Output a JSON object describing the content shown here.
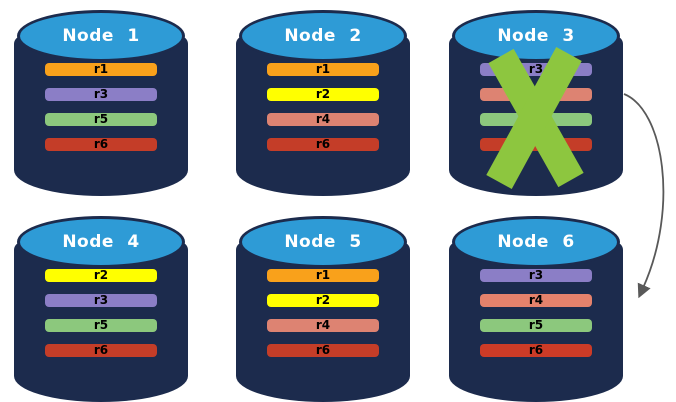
{
  "palette": {
    "background": "#FFFFFF",
    "navy": "#1C2B4D",
    "blue": "#2E9BD6",
    "title_text": "#FFFFFF",
    "label_text": "#000000",
    "x_green": "#8DC63F",
    "arrow_gray": "#595959"
  },
  "nodes": [
    {
      "title": "Node 1",
      "replicas": [
        {
          "label": "r1",
          "color": "#F9A11B"
        },
        {
          "label": "r3",
          "color": "#8B7EC6"
        },
        {
          "label": "r5",
          "color": "#8CC87D"
        },
        {
          "label": "r6",
          "color": "#C43D28"
        }
      ]
    },
    {
      "title": "Node 2",
      "replicas": [
        {
          "label": "r1",
          "color": "#F9A11B"
        },
        {
          "label": "r2",
          "color": "#FFFF00"
        },
        {
          "label": "r4",
          "color": "#DD8372"
        },
        {
          "label": "r6",
          "color": "#C43D28"
        }
      ]
    },
    {
      "title": "Node 3",
      "replicas": [
        {
          "label": "r3",
          "color": "#8B7EC6"
        },
        {
          "label": "",
          "color": "#DD8372"
        },
        {
          "label": "",
          "color": "#8CC87D"
        },
        {
          "label": "",
          "color": "#C43D28"
        }
      ]
    },
    {
      "title": "Node 4",
      "replicas": [
        {
          "label": "r2",
          "color": "#FFFF00"
        },
        {
          "label": "r3",
          "color": "#8B7EC6"
        },
        {
          "label": "r5",
          "color": "#8CC87D"
        },
        {
          "label": "r6",
          "color": "#C43D28"
        }
      ]
    },
    {
      "title": "Node 5",
      "replicas": [
        {
          "label": "r1",
          "color": "#F9A11B"
        },
        {
          "label": "r2",
          "color": "#FFFF00"
        },
        {
          "label": "r4",
          "color": "#DD8372"
        },
        {
          "label": "r6",
          "color": "#C43D28"
        }
      ]
    },
    {
      "title": "Node 6",
      "replicas": [
        {
          "label": "r3",
          "color": "#8B7EC6"
        },
        {
          "label": "r4",
          "color": "#E5826C"
        },
        {
          "label": "r5",
          "color": "#8CC87D"
        },
        {
          "label": "r6",
          "color": "#CC3B27"
        }
      ]
    }
  ],
  "annotations": {
    "failure_cross": {
      "over": "Node 3",
      "color": "#8DC63F"
    },
    "arrow": {
      "from": "Node 3",
      "to": "Node 6",
      "color": "#595959"
    }
  }
}
